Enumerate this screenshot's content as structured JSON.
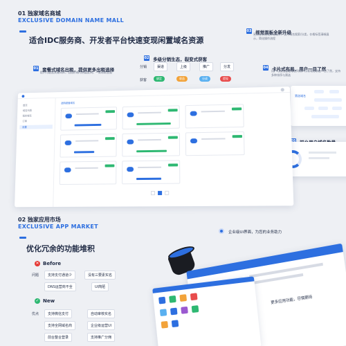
{
  "section1": {
    "num": "01 独家域名商城",
    "en": "EXCLUSIVE DOMAIN NAME MALL",
    "headline": "适合IDC服务商、开发者平台快速变现闲置域名资源"
  },
  "features": {
    "f1": {
      "badge": "01",
      "title": "套餐式域名出租，提供更多出租选择",
      "desc": "提供可配置关键词库，包括价格与热度区间，一款帮助全面"
    },
    "f2": {
      "badge": "02",
      "title": "多级分销生态，裂变式获客"
    },
    "f3": {
      "badge": "03",
      "title": "视觉面板全新升级",
      "desc": "采用全新视觉体验设计，支持域名搜索/分类，价格标签清晰展示，简化操作流程"
    },
    "f4": {
      "badge": "04",
      "title": "卡片式布局，用户一目了然",
      "desc": "用户可视化管理域名列表，所有域名状态一目了然，支持多种排序与筛选"
    },
    "f5": {
      "badge": "05",
      "title": "前台用户域名数量一"
    }
  },
  "distribution": {
    "row1_label": "分销",
    "row1_items": [
      "渠道",
      "上级",
      "推广",
      "分发"
    ],
    "row2_label": "获客",
    "row2_items": [
      "绑定",
      "收益",
      "分成",
      "提现"
    ]
  },
  "mockup": {
    "header": "选购超值域名",
    "nav": [
      "首页",
      "域名列表",
      "我的域名",
      "订单",
      "设置"
    ]
  },
  "section2": {
    "num": "02 独家应用市场",
    "en": "EXCLUSIVE APP MARKET",
    "headline": "优化冗余的功能堆积"
  },
  "before": {
    "label": "Before",
    "prefix": "问题",
    "rows": [
      [
        "支持支付通道少",
        "没有三要素实名"
      ],
      [
        "DNS运营商不全",
        "UI简陋"
      ]
    ]
  },
  "now": {
    "label": "New",
    "prefix": "优点",
    "rows": [
      [
        "支持微信支付",
        "自动审核实名"
      ],
      [
        "支持全网域名商",
        "企业级运营UI"
      ],
      [
        "前台整合登录",
        "支持推广分佣"
      ]
    ]
  },
  "callouts": {
    "c1": "企业级UI界面，为您的业务助力",
    "c2": "更多应用功能，尽情期待"
  },
  "colors": {
    "accent": "#2d6fe0",
    "red": "#e53935",
    "green": "#2eb872"
  }
}
